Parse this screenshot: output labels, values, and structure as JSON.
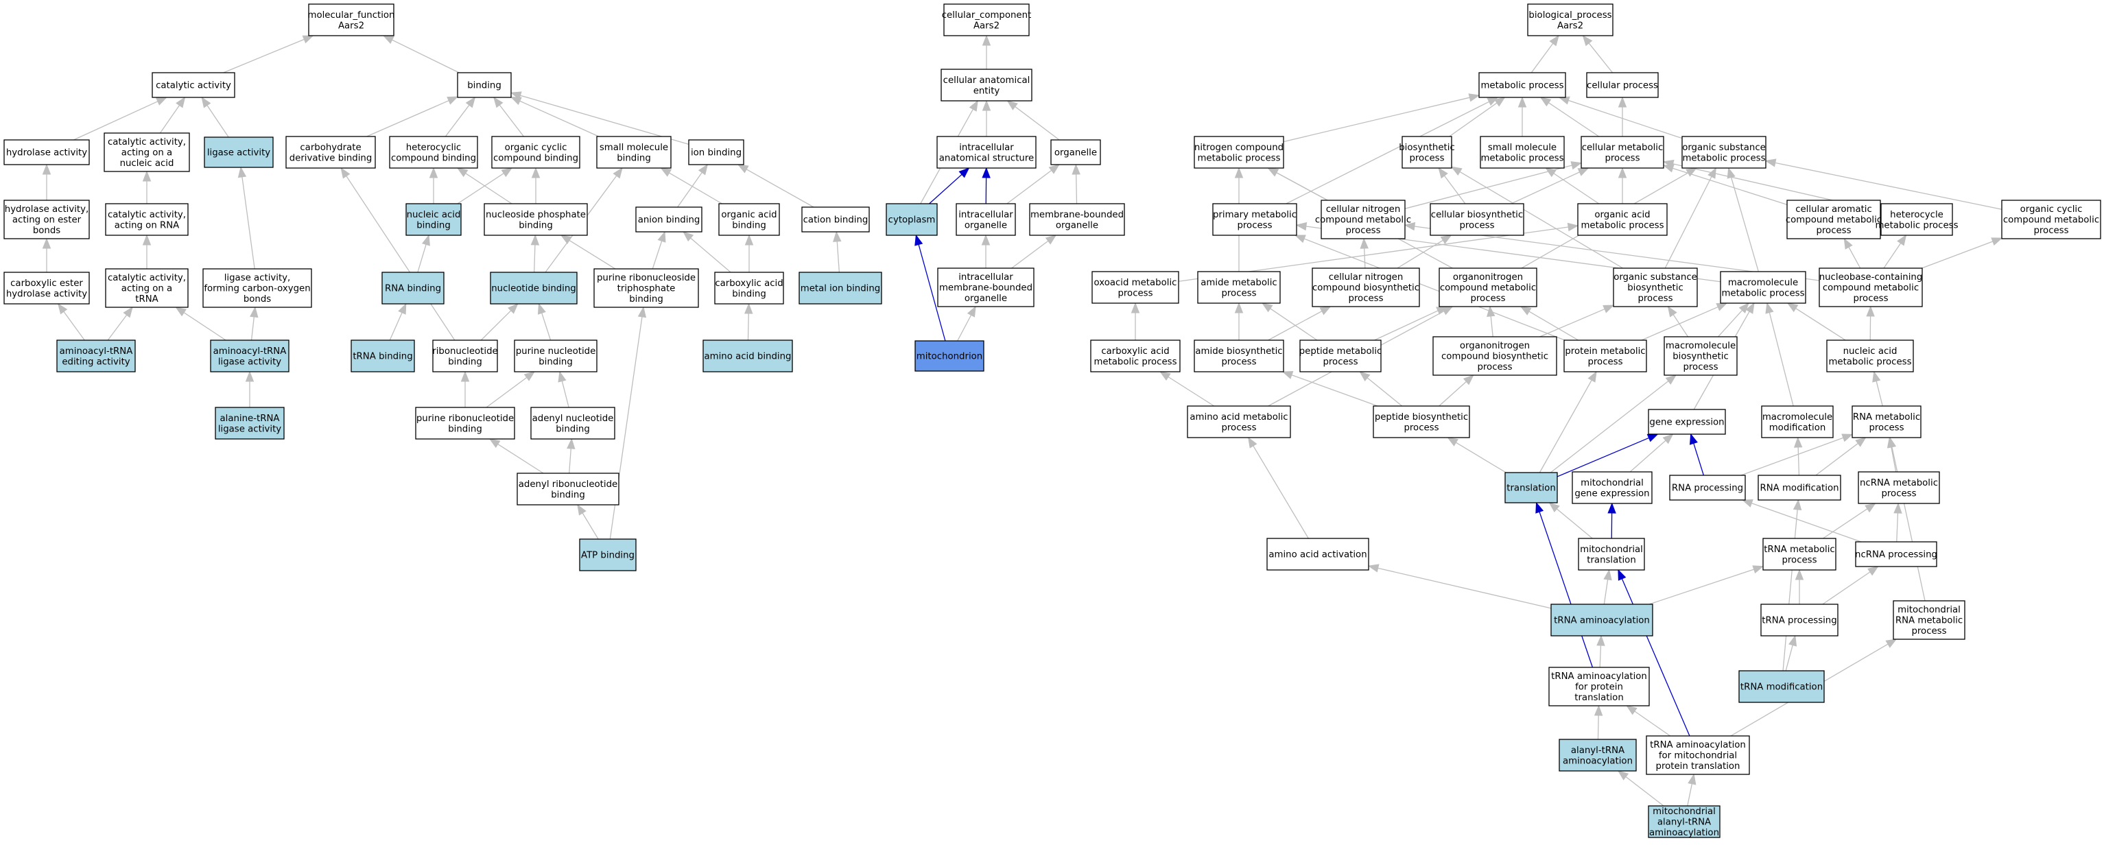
{
  "colors": {
    "default_fill": "#ffffff",
    "annotated_fill": "#add8e6",
    "focus_fill": "#6495ed",
    "edge_gray": "#bebebe",
    "edge_blue": "#0000cd",
    "border": "#000000"
  },
  "nodes": [
    {
      "id": "mf",
      "lines": [
        "molecular_function",
        "Aars2"
      ],
      "kind": "default"
    },
    {
      "id": "catact",
      "lines": [
        "catalytic activity"
      ],
      "kind": "default"
    },
    {
      "id": "binding",
      "lines": [
        "binding"
      ],
      "kind": "default"
    },
    {
      "id": "hydrolase",
      "lines": [
        "hydrolase activity"
      ],
      "kind": "default"
    },
    {
      "id": "cat_nucleic",
      "lines": [
        "catalytic activity,",
        "acting on a",
        "nucleic acid"
      ],
      "kind": "default"
    },
    {
      "id": "ligase",
      "lines": [
        "ligase activity"
      ],
      "kind": "annotated"
    },
    {
      "id": "carb_deriv",
      "lines": [
        "carbohydrate",
        "derivative binding"
      ],
      "kind": "default"
    },
    {
      "id": "hetero_bind",
      "lines": [
        "heterocyclic",
        "compound binding"
      ],
      "kind": "default"
    },
    {
      "id": "orgcyc_bind",
      "lines": [
        "organic cyclic",
        "compound binding"
      ],
      "kind": "default"
    },
    {
      "id": "smallmol_bind",
      "lines": [
        "small molecule",
        "binding"
      ],
      "kind": "default"
    },
    {
      "id": "ion_bind",
      "lines": [
        "ion binding"
      ],
      "kind": "default"
    },
    {
      "id": "hydrolase_ester",
      "lines": [
        "hydrolase activity,",
        "acting on ester",
        "bonds"
      ],
      "kind": "default"
    },
    {
      "id": "cat_rna",
      "lines": [
        "catalytic activity,",
        "acting on RNA"
      ],
      "kind": "default"
    },
    {
      "id": "nucacid_bind",
      "lines": [
        "nucleic acid",
        "binding"
      ],
      "kind": "annotated"
    },
    {
      "id": "nucphos_bind",
      "lines": [
        "nucleoside phosphate",
        "binding"
      ],
      "kind": "default"
    },
    {
      "id": "anion_bind",
      "lines": [
        "anion binding"
      ],
      "kind": "default"
    },
    {
      "id": "orgacid_bind",
      "lines": [
        "organic acid",
        "binding"
      ],
      "kind": "default"
    },
    {
      "id": "cation_bind",
      "lines": [
        "cation binding"
      ],
      "kind": "default"
    },
    {
      "id": "carbester",
      "lines": [
        "carboxylic ester",
        "hydrolase activity"
      ],
      "kind": "default"
    },
    {
      "id": "cat_trna",
      "lines": [
        "catalytic activity,",
        "acting on a",
        "tRNA"
      ],
      "kind": "default"
    },
    {
      "id": "ligase_co",
      "lines": [
        "ligase activity,",
        "forming carbon-oxygen",
        "bonds"
      ],
      "kind": "default"
    },
    {
      "id": "rna_bind",
      "lines": [
        "RNA binding"
      ],
      "kind": "annotated"
    },
    {
      "id": "nucleotide_bind",
      "lines": [
        "nucleotide binding"
      ],
      "kind": "annotated"
    },
    {
      "id": "purine_rnt_tp",
      "lines": [
        "purine ribonucleoside",
        "triphosphate",
        "binding"
      ],
      "kind": "default"
    },
    {
      "id": "carboxacid_bind",
      "lines": [
        "carboxylic acid",
        "binding"
      ],
      "kind": "default"
    },
    {
      "id": "metalion_bind",
      "lines": [
        "metal ion binding"
      ],
      "kind": "annotated"
    },
    {
      "id": "aatrna_edit",
      "lines": [
        "aminoacyl-tRNA",
        "editing activity"
      ],
      "kind": "annotated"
    },
    {
      "id": "aatrna_ligase",
      "lines": [
        "aminoacyl-tRNA",
        "ligase activity"
      ],
      "kind": "annotated"
    },
    {
      "id": "trna_bind",
      "lines": [
        "tRNA binding"
      ],
      "kind": "annotated"
    },
    {
      "id": "ribonuc_bind",
      "lines": [
        "ribonucleotide",
        "binding"
      ],
      "kind": "default"
    },
    {
      "id": "purine_nuc_bind",
      "lines": [
        "purine nucleotide",
        "binding"
      ],
      "kind": "default"
    },
    {
      "id": "aminoacid_bind",
      "lines": [
        "amino acid binding"
      ],
      "kind": "annotated"
    },
    {
      "id": "ala_trna_ligase",
      "lines": [
        "alanine-tRNA",
        "ligase activity"
      ],
      "kind": "annotated"
    },
    {
      "id": "purine_ribonuc_bind",
      "lines": [
        "purine ribonucleotide",
        "binding"
      ],
      "kind": "default"
    },
    {
      "id": "adenyl_nuc_bind",
      "lines": [
        "adenyl nucleotide",
        "binding"
      ],
      "kind": "default"
    },
    {
      "id": "adenyl_ribonuc_bind",
      "lines": [
        "adenyl ribonucleotide",
        "binding"
      ],
      "kind": "default"
    },
    {
      "id": "atp_bind",
      "lines": [
        "ATP binding"
      ],
      "kind": "annotated"
    },
    {
      "id": "cc",
      "lines": [
        "cellular_component",
        "Aars2"
      ],
      "kind": "default"
    },
    {
      "id": "cell_anat",
      "lines": [
        "cellular anatomical",
        "entity"
      ],
      "kind": "default"
    },
    {
      "id": "intra_anat",
      "lines": [
        "intracellular",
        "anatomical structure"
      ],
      "kind": "default"
    },
    {
      "id": "organelle",
      "lines": [
        "organelle"
      ],
      "kind": "default"
    },
    {
      "id": "cytoplasm",
      "lines": [
        "cytoplasm"
      ],
      "kind": "annotated"
    },
    {
      "id": "intra_org",
      "lines": [
        "intracellular",
        "organelle"
      ],
      "kind": "default"
    },
    {
      "id": "memb_org",
      "lines": [
        "membrane-bounded",
        "organelle"
      ],
      "kind": "default"
    },
    {
      "id": "intra_memb_org",
      "lines": [
        "intracellular",
        "membrane-bounded",
        "organelle"
      ],
      "kind": "default"
    },
    {
      "id": "mito",
      "lines": [
        "mitochondrion"
      ],
      "kind": "focus"
    },
    {
      "id": "bp",
      "lines": [
        "biological_process",
        "Aars2"
      ],
      "kind": "default"
    },
    {
      "id": "metab",
      "lines": [
        "metabolic process"
      ],
      "kind": "default"
    },
    {
      "id": "cellproc",
      "lines": [
        "cellular process"
      ],
      "kind": "default"
    },
    {
      "id": "nitro_metab",
      "lines": [
        "nitrogen compound",
        "metabolic process"
      ],
      "kind": "default"
    },
    {
      "id": "biosyn",
      "lines": [
        "biosynthetic",
        "process"
      ],
      "kind": "default"
    },
    {
      "id": "smallmol_metab",
      "lines": [
        "small molecule",
        "metabolic process"
      ],
      "kind": "default"
    },
    {
      "id": "cell_metab",
      "lines": [
        "cellular metabolic",
        "process"
      ],
      "kind": "default"
    },
    {
      "id": "orgsub_metab",
      "lines": [
        "organic substance",
        "metabolic process"
      ],
      "kind": "default"
    },
    {
      "id": "primary_metab",
      "lines": [
        "primary metabolic",
        "process"
      ],
      "kind": "default"
    },
    {
      "id": "cell_nitro_metab",
      "lines": [
        "cellular nitrogen",
        "compound metabolic",
        "process"
      ],
      "kind": "default"
    },
    {
      "id": "cell_biosyn",
      "lines": [
        "cellular biosynthetic",
        "process"
      ],
      "kind": "default"
    },
    {
      "id": "orgacid_metab",
      "lines": [
        "organic acid",
        "metabolic process"
      ],
      "kind": "default"
    },
    {
      "id": "cell_arom_metab",
      "lines": [
        "cellular aromatic",
        "compound metabolic",
        "process"
      ],
      "kind": "default"
    },
    {
      "id": "hetcyc_metab",
      "lines": [
        "heterocycle",
        "metabolic process"
      ],
      "kind": "default"
    },
    {
      "id": "orgcyc_metab",
      "lines": [
        "organic cyclic",
        "compound metabolic",
        "process"
      ],
      "kind": "default"
    },
    {
      "id": "oxoacid_metab",
      "lines": [
        "oxoacid metabolic",
        "process"
      ],
      "kind": "default"
    },
    {
      "id": "amide_metab",
      "lines": [
        "amide metabolic",
        "process"
      ],
      "kind": "default"
    },
    {
      "id": "cell_nitro_biosyn",
      "lines": [
        "cellular nitrogen",
        "compound biosynthetic",
        "process"
      ],
      "kind": "default"
    },
    {
      "id": "orgnitro_metab",
      "lines": [
        "organonitrogen",
        "compound metabolic",
        "process"
      ],
      "kind": "default"
    },
    {
      "id": "orgsub_biosyn",
      "lines": [
        "organic substance",
        "biosynthetic",
        "process"
      ],
      "kind": "default"
    },
    {
      "id": "macromol_metab",
      "lines": [
        "macromolecule",
        "metabolic process"
      ],
      "kind": "default"
    },
    {
      "id": "nucbase_metab",
      "lines": [
        "nucleobase-containing",
        "compound metabolic",
        "process"
      ],
      "kind": "default"
    },
    {
      "id": "carboxacid_metab",
      "lines": [
        "carboxylic acid",
        "metabolic process"
      ],
      "kind": "default"
    },
    {
      "id": "amide_biosyn",
      "lines": [
        "amide biosynthetic",
        "process"
      ],
      "kind": "default"
    },
    {
      "id": "peptide_metab",
      "lines": [
        "peptide metabolic",
        "process"
      ],
      "kind": "default"
    },
    {
      "id": "orgnitro_biosyn",
      "lines": [
        "organonitrogen",
        "compound biosynthetic",
        "process"
      ],
      "kind": "default"
    },
    {
      "id": "protein_metab",
      "lines": [
        "protein metabolic",
        "process"
      ],
      "kind": "default"
    },
    {
      "id": "macromol_biosyn",
      "lines": [
        "macromolecule",
        "biosynthetic",
        "process"
      ],
      "kind": "default"
    },
    {
      "id": "nucacid_metab",
      "lines": [
        "nucleic acid",
        "metabolic process"
      ],
      "kind": "default"
    },
    {
      "id": "aa_metab",
      "lines": [
        "amino acid metabolic",
        "process"
      ],
      "kind": "default"
    },
    {
      "id": "peptide_biosyn",
      "lines": [
        "peptide biosynthetic",
        "process"
      ],
      "kind": "default"
    },
    {
      "id": "gene_expr",
      "lines": [
        "gene expression"
      ],
      "kind": "default"
    },
    {
      "id": "macromol_mod",
      "lines": [
        "macromolecule",
        "modification"
      ],
      "kind": "default"
    },
    {
      "id": "rna_metab",
      "lines": [
        "RNA metabolic",
        "process"
      ],
      "kind": "default"
    },
    {
      "id": "translation",
      "lines": [
        "translation"
      ],
      "kind": "annotated"
    },
    {
      "id": "mito_gene_expr",
      "lines": [
        "mitochondrial",
        "gene expression"
      ],
      "kind": "default"
    },
    {
      "id": "rna_proc",
      "lines": [
        "RNA processing"
      ],
      "kind": "default"
    },
    {
      "id": "rna_mod",
      "lines": [
        "RNA modification"
      ],
      "kind": "default"
    },
    {
      "id": "ncrna_metab",
      "lines": [
        "ncRNA metabolic",
        "process"
      ],
      "kind": "default"
    },
    {
      "id": "aa_activation",
      "lines": [
        "amino acid activation"
      ],
      "kind": "default"
    },
    {
      "id": "mito_transl",
      "lines": [
        "mitochondrial",
        "translation"
      ],
      "kind": "default"
    },
    {
      "id": "trna_metab",
      "lines": [
        "tRNA metabolic",
        "process"
      ],
      "kind": "default"
    },
    {
      "id": "ncrna_proc",
      "lines": [
        "ncRNA processing"
      ],
      "kind": "default"
    },
    {
      "id": "trna_aminoacyl",
      "lines": [
        "tRNA aminoacylation"
      ],
      "kind": "annotated"
    },
    {
      "id": "mito_rna_metab",
      "lines": [
        "mitochondrial",
        "RNA metabolic",
        "process"
      ],
      "kind": "default"
    },
    {
      "id": "trna_proc",
      "lines": [
        "tRNA processing"
      ],
      "kind": "default"
    },
    {
      "id": "trna_amino_prot",
      "lines": [
        "tRNA aminoacylation",
        "for protein",
        "translation"
      ],
      "kind": "default"
    },
    {
      "id": "trna_mod",
      "lines": [
        "tRNA modification"
      ],
      "kind": "annotated"
    },
    {
      "id": "alanyl_trna",
      "lines": [
        "alanyl-tRNA",
        "aminoacylation"
      ],
      "kind": "annotated"
    },
    {
      "id": "trna_amino_mito",
      "lines": [
        "tRNA aminoacylation",
        "for mitochondrial",
        "protein translation"
      ],
      "kind": "default"
    },
    {
      "id": "mito_alanyl",
      "lines": [
        "mitochondrial",
        "alanyl-tRNA",
        "aminoacylation"
      ],
      "kind": "annotated"
    }
  ]
}
